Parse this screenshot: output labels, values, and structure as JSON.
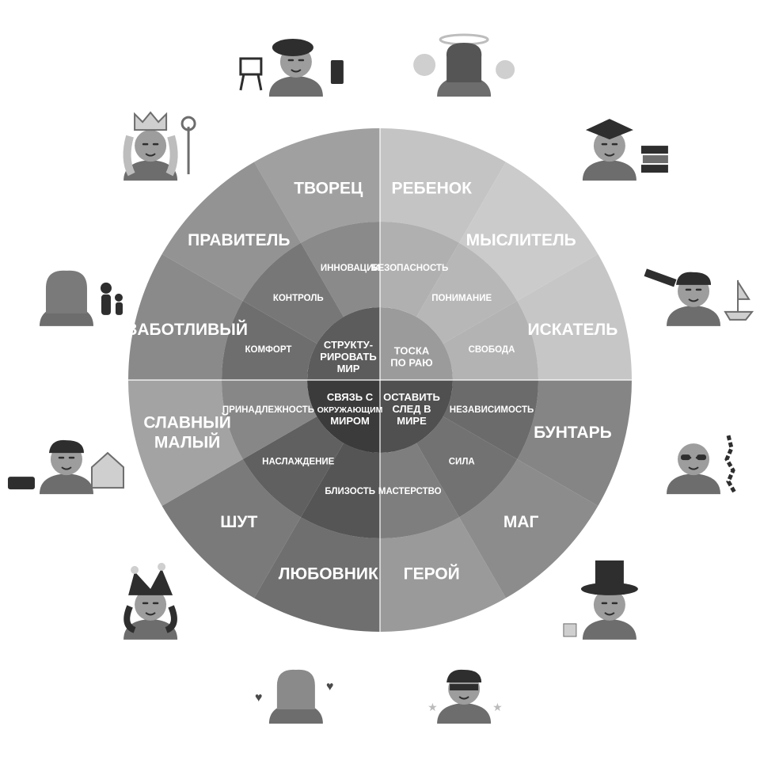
{
  "wheel": {
    "archetypes": [
      {
        "key": "creator",
        "label": [
          "ТВОРЕЦ"
        ],
        "shade": "#a0a0a0",
        "icon": "artist-with-beret-icon"
      },
      {
        "key": "child",
        "label": [
          "РЕБЕНОК"
        ],
        "shade": "#c4c4c4",
        "icon": "angel-with-halo-icon"
      },
      {
        "key": "thinker",
        "label": [
          "МЫСЛИТЕЛЬ"
        ],
        "shade": "#cbcbcb",
        "icon": "graduate-with-books-icon"
      },
      {
        "key": "seeker",
        "label": [
          "ИСКАТЕЛЬ"
        ],
        "shade": "#c6c6c6",
        "icon": "explorer-with-telescope-icon"
      },
      {
        "key": "rebel",
        "label": [
          "БУНТАРЬ"
        ],
        "shade": "#858585",
        "icon": "rebel-with-chain-icon"
      },
      {
        "key": "magician",
        "label": [
          "МАГ"
        ],
        "shade": "#8c8c8c",
        "icon": "magician-with-top-hat-icon"
      },
      {
        "key": "hero",
        "label": [
          "ГЕРОЙ"
        ],
        "shade": "#9a9a9a",
        "icon": "hero-with-stars-icon"
      },
      {
        "key": "lover",
        "label": [
          "ЛЮБОВНИК"
        ],
        "shade": "#6f6f6f",
        "icon": "girl-with-hearts-icon"
      },
      {
        "key": "jester",
        "label": [
          "ШУТ"
        ],
        "shade": "#7a7a7a",
        "icon": "jester-hat-icon"
      },
      {
        "key": "everyman",
        "label": [
          "СЛАВНЫЙ",
          "МАЛЫЙ"
        ],
        "shade": "#a3a3a3",
        "icon": "man-with-car-and-house-icon"
      },
      {
        "key": "caregiver",
        "label": [
          "ЗАБОТЛИВЫЙ"
        ],
        "shade": "#8a8a8a",
        "icon": "mother-with-child-icon"
      },
      {
        "key": "ruler",
        "label": [
          "ПРАВИТЕЛЬ"
        ],
        "shade": "#939393",
        "icon": "king-with-scepter-icon"
      }
    ],
    "motivations": [
      {
        "label": "ИННОВАЦИИ",
        "shade": "#8a8a8a"
      },
      {
        "label": "БЕЗОПАСНОСТЬ",
        "shade": "#b0b0b0"
      },
      {
        "label": "ПОНИМАНИЕ",
        "shade": "#b7b7b7"
      },
      {
        "label": "СВОБОДА",
        "shade": "#b3b3b3"
      },
      {
        "label": "НЕЗАВИСИМОСТЬ",
        "shade": "#6b6b6b"
      },
      {
        "label": "СИЛА",
        "shade": "#727272"
      },
      {
        "label": "МАСТЕРСТВО",
        "shade": "#7e7e7e"
      },
      {
        "label": "БЛИЗОСТЬ",
        "shade": "#555555"
      },
      {
        "label": "НАСЛАЖДЕНИЕ",
        "shade": "#606060"
      },
      {
        "label": "ПРИНАДЛЕЖНОСТЬ",
        "shade": "#878787"
      },
      {
        "label": "КОМФОРТ",
        "shade": "#6e6e6e"
      },
      {
        "label": "КОНТРОЛЬ",
        "shade": "#777777"
      }
    ],
    "core": [
      {
        "label": [
          "СТРУКТУ-",
          "РИРОВАТЬ",
          "МИР"
        ],
        "shade": "#5c5c5c"
      },
      {
        "label": [
          "ТОСКА",
          "ПО РАЮ"
        ],
        "shade": "#9b9b9b"
      },
      {
        "label": [
          "ОСТАВИТЬ",
          "СЛЕД В",
          "МИРЕ"
        ],
        "shade": "#505050"
      },
      {
        "label": [
          "СВЯЗЬ С",
          "ОКРУЖАЮЩИМ",
          "МИРОМ"
        ],
        "shade": "#3b3b3b"
      }
    ],
    "colors": {
      "background": "#ffffff",
      "text": "#ffffff",
      "divider": "#ffffff"
    }
  }
}
